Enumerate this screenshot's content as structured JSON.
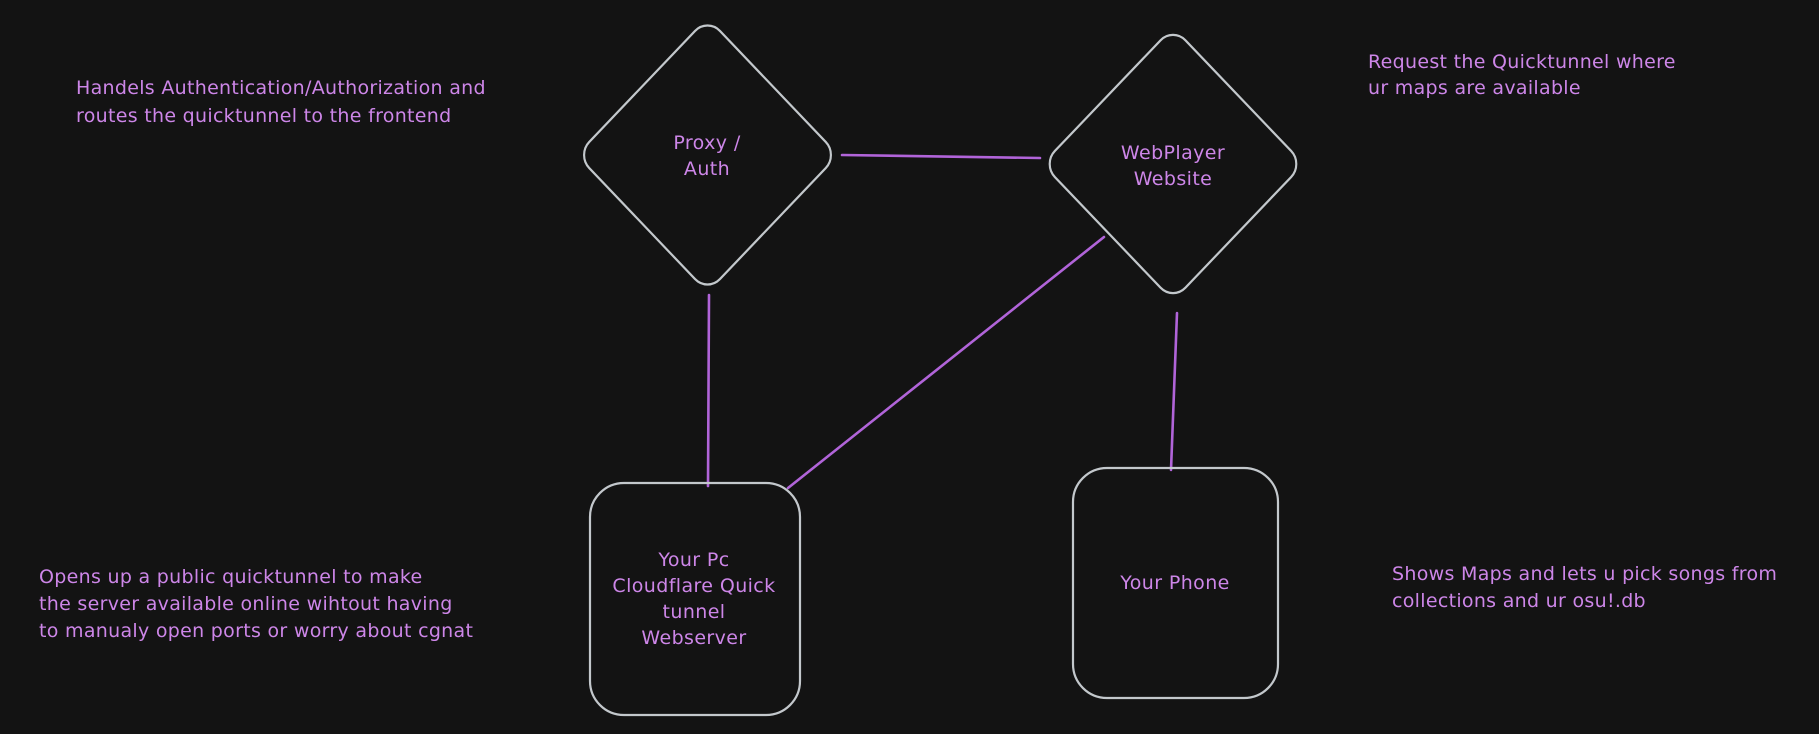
{
  "colors": {
    "background": "#131313",
    "shape_stroke": "#c3c8cc",
    "connector": "#b164d9",
    "text": "#cd86e8"
  },
  "nodes": [
    {
      "id": "proxy-auth",
      "shape": "diamond",
      "lines": [
        "Proxy /",
        "Auth"
      ]
    },
    {
      "id": "webplayer-website",
      "shape": "diamond",
      "lines": [
        "WebPlayer",
        "Website"
      ]
    },
    {
      "id": "your-pc-webserver",
      "shape": "rounded-rectangle",
      "lines": [
        "Your Pc",
        "Cloudflare Quick",
        "tunnel",
        "Webserver"
      ]
    },
    {
      "id": "your-phone",
      "shape": "rounded-rectangle",
      "lines": [
        "Your Phone"
      ]
    }
  ],
  "annotations": [
    {
      "id": "proxy-note",
      "lines": [
        "Handels Authentication/Authorization and",
        "routes the quicktunnel to the frontend"
      ]
    },
    {
      "id": "webplayer-note",
      "lines": [
        "Request the Quicktunnel where",
        "ur maps are available"
      ]
    },
    {
      "id": "webserver-note",
      "lines": [
        "Opens up a public quicktunnel to make",
        "the server available online wihtout having",
        "to manualy open ports or worry about cgnat"
      ]
    },
    {
      "id": "phone-note",
      "lines": [
        "Shows Maps and lets u pick songs from",
        "collections and ur osu!.db"
      ]
    }
  ],
  "edges": [
    {
      "from": "proxy-auth",
      "to": "webplayer-website"
    },
    {
      "from": "proxy-auth",
      "to": "your-pc-webserver"
    },
    {
      "from": "webplayer-website",
      "to": "your-pc-webserver"
    },
    {
      "from": "webplayer-website",
      "to": "your-phone"
    }
  ]
}
